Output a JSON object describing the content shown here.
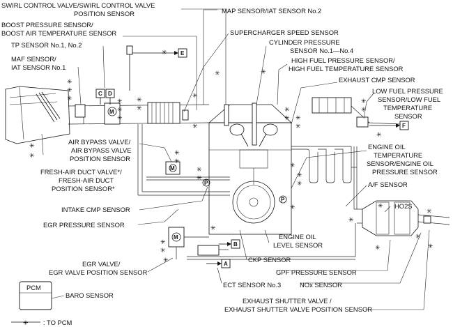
{
  "labels": {
    "swirl": "SWIRL CONTROL VALVE/SWIRL CONTROL VALVE",
    "swirl2": "POSITION SENSOR",
    "map": "MAP SENSOR/IAT SENSOR No.2",
    "boost": "BOOST PRESSURE SENSOR/",
    "boost2": "BOOST AIR TEMPERATURE SENSOR",
    "tp": "TP SENSOR No.1, No.2",
    "maf": "MAF SENSOR/",
    "maf2": "IAT SENSOR No.1",
    "sc_speed": "SUPERCHARGER SPEED SENSOR",
    "cyl": "CYLINDER PRESSURE",
    "cyl2": "SENSOR No.1—No.4",
    "hfp": "HIGH FUEL PRESSURE SENSOR/",
    "hfp2": "HIGH FUEL TEMPERATURE SENSOR",
    "excmp": "EXHAUST CMP SENSOR",
    "lfp": "LOW FUEL PRESSURE",
    "lfp2": "SENSOR/LOW FUEL",
    "lfp3": "TEMPERATURE",
    "lfp4": "SENSOR",
    "abv": "AIR BYPASS VALVE/",
    "abv2": "AIR BYPASS VALVE",
    "abv3": "POSITION SENSOR",
    "fad": "FRESH-AIR DUCT VALVE*/",
    "fad2": "FRESH-AIR DUCT",
    "fad3": "POSITION SENSOR*",
    "eot": "ENGINE OIL",
    "eot2": "TEMPERATURE",
    "eot3": "SENSOR/ENGINE OIL",
    "eot4": "PRESSURE SENSOR",
    "af": "A/F SENSOR",
    "ho2s": "HO2S",
    "icmp": "INTAKE CMP SENSOR",
    "egrp": "EGR PRESSURE SENSOR",
    "eol": "ENGINE OIL",
    "eol2": "LEVEL SENSOR",
    "egrv": "EGR VALVE/",
    "egrv2": "EGR VALVE POSITION SENSOR",
    "ckp": "CKP SENSOR",
    "gpf": "GPF PRESSURE SENSOR",
    "nox": "NOx SENSOR",
    "ect": "ECT SENSOR No.3",
    "esv": "EXHAUST SHUTTER VALVE /",
    "esv2": "EXHAUST SHUTTER VALVE POSITION SENSOR",
    "pcm": "PCM",
    "baro": "BARO SENSOR",
    "legend": ": TO PCM"
  },
  "connectors": {
    "a": "A",
    "b": "B",
    "c": "C",
    "d": "D",
    "e": "E",
    "f": "F"
  },
  "symbols": {
    "asterisk": "✳",
    "motor": "M",
    "pressure": "P"
  }
}
